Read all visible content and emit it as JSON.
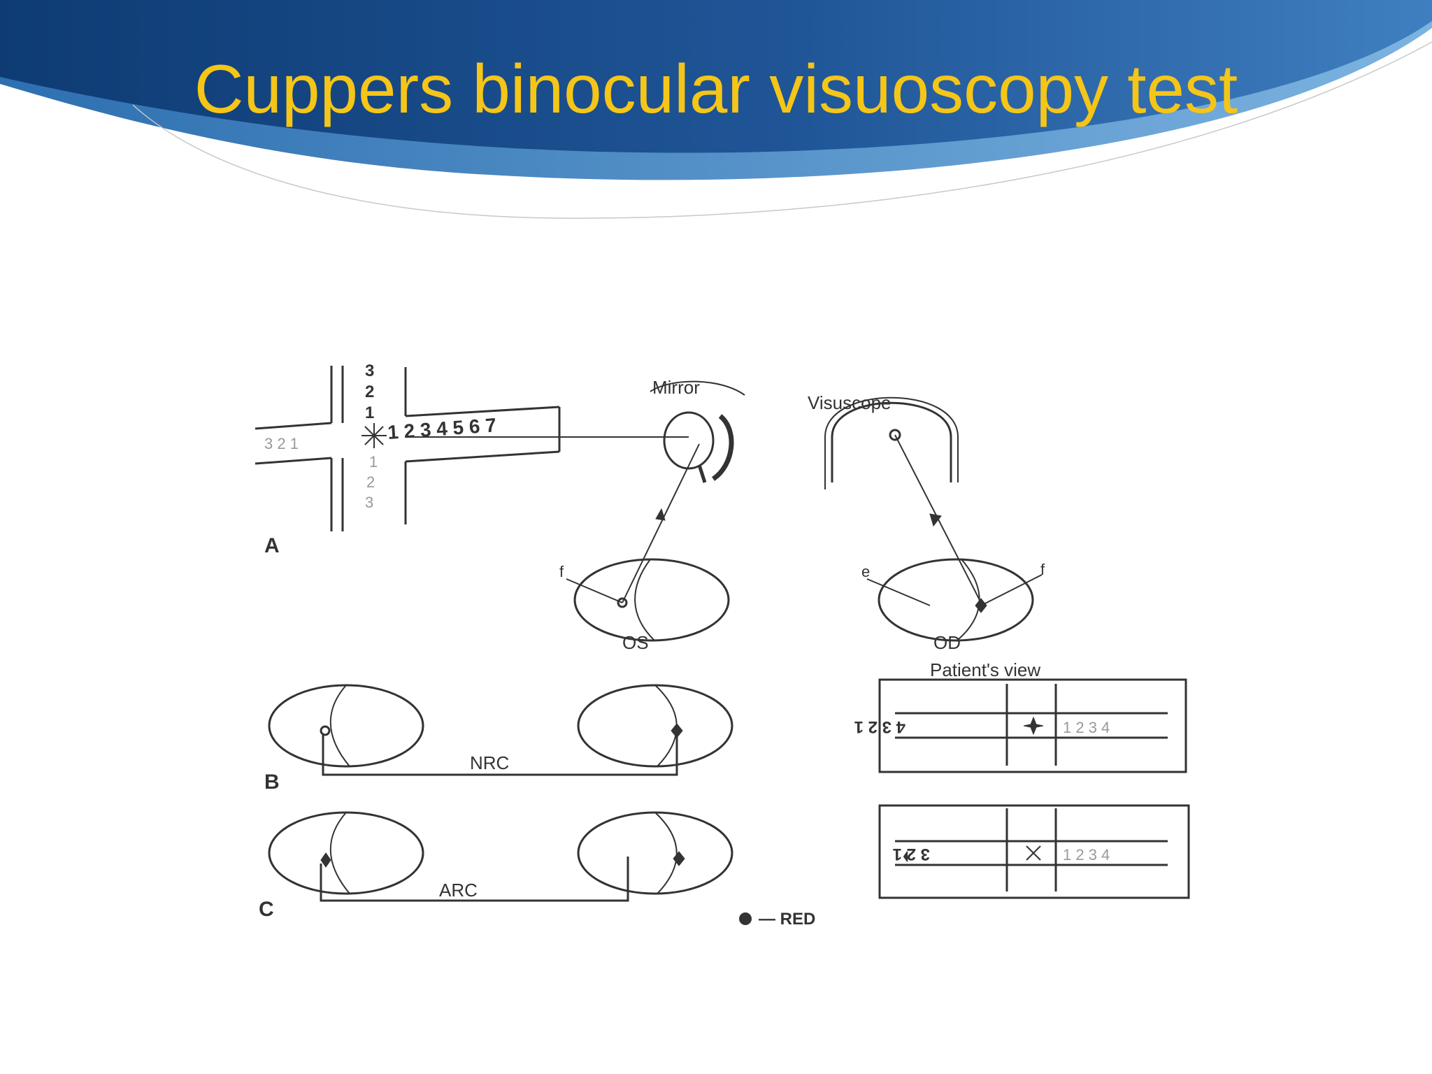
{
  "slide": {
    "title": "Cuppers binocular visuoscopy test",
    "colors": {
      "title": "#f5c518",
      "header_dark": "#0f3f7a",
      "header_mid": "#2a64a8",
      "header_light": "#6ea6d6",
      "line": "#333333"
    }
  },
  "figure": {
    "panel_a": {
      "label": "A",
      "cross_left_numbers": "3 2 1",
      "cross_right_numbers": "1 2 3 4 5 6 7",
      "cross_top_numbers": [
        "3",
        "2",
        "1"
      ],
      "cross_bottom_numbers": [
        "1",
        "2",
        "3"
      ],
      "mirror_label": "Mirror",
      "visuscope_label": "Visuscope",
      "eye_left_label": "OS",
      "eye_right_label": "OD",
      "fixation_marker_f": "f",
      "fixation_marker_e": "e"
    },
    "patients_view_label": "Patient's view",
    "panel_b": {
      "label": "B",
      "bracket_label": "NRC",
      "view_left_numbers": "4 3 2 1",
      "view_right_numbers": "1 2 3 4"
    },
    "panel_c": {
      "label": "C",
      "bracket_label": "ARC",
      "view_left_numbers": "3 2 1",
      "view_right_numbers": "1 2 3 4"
    },
    "legend_text": "— RED"
  }
}
